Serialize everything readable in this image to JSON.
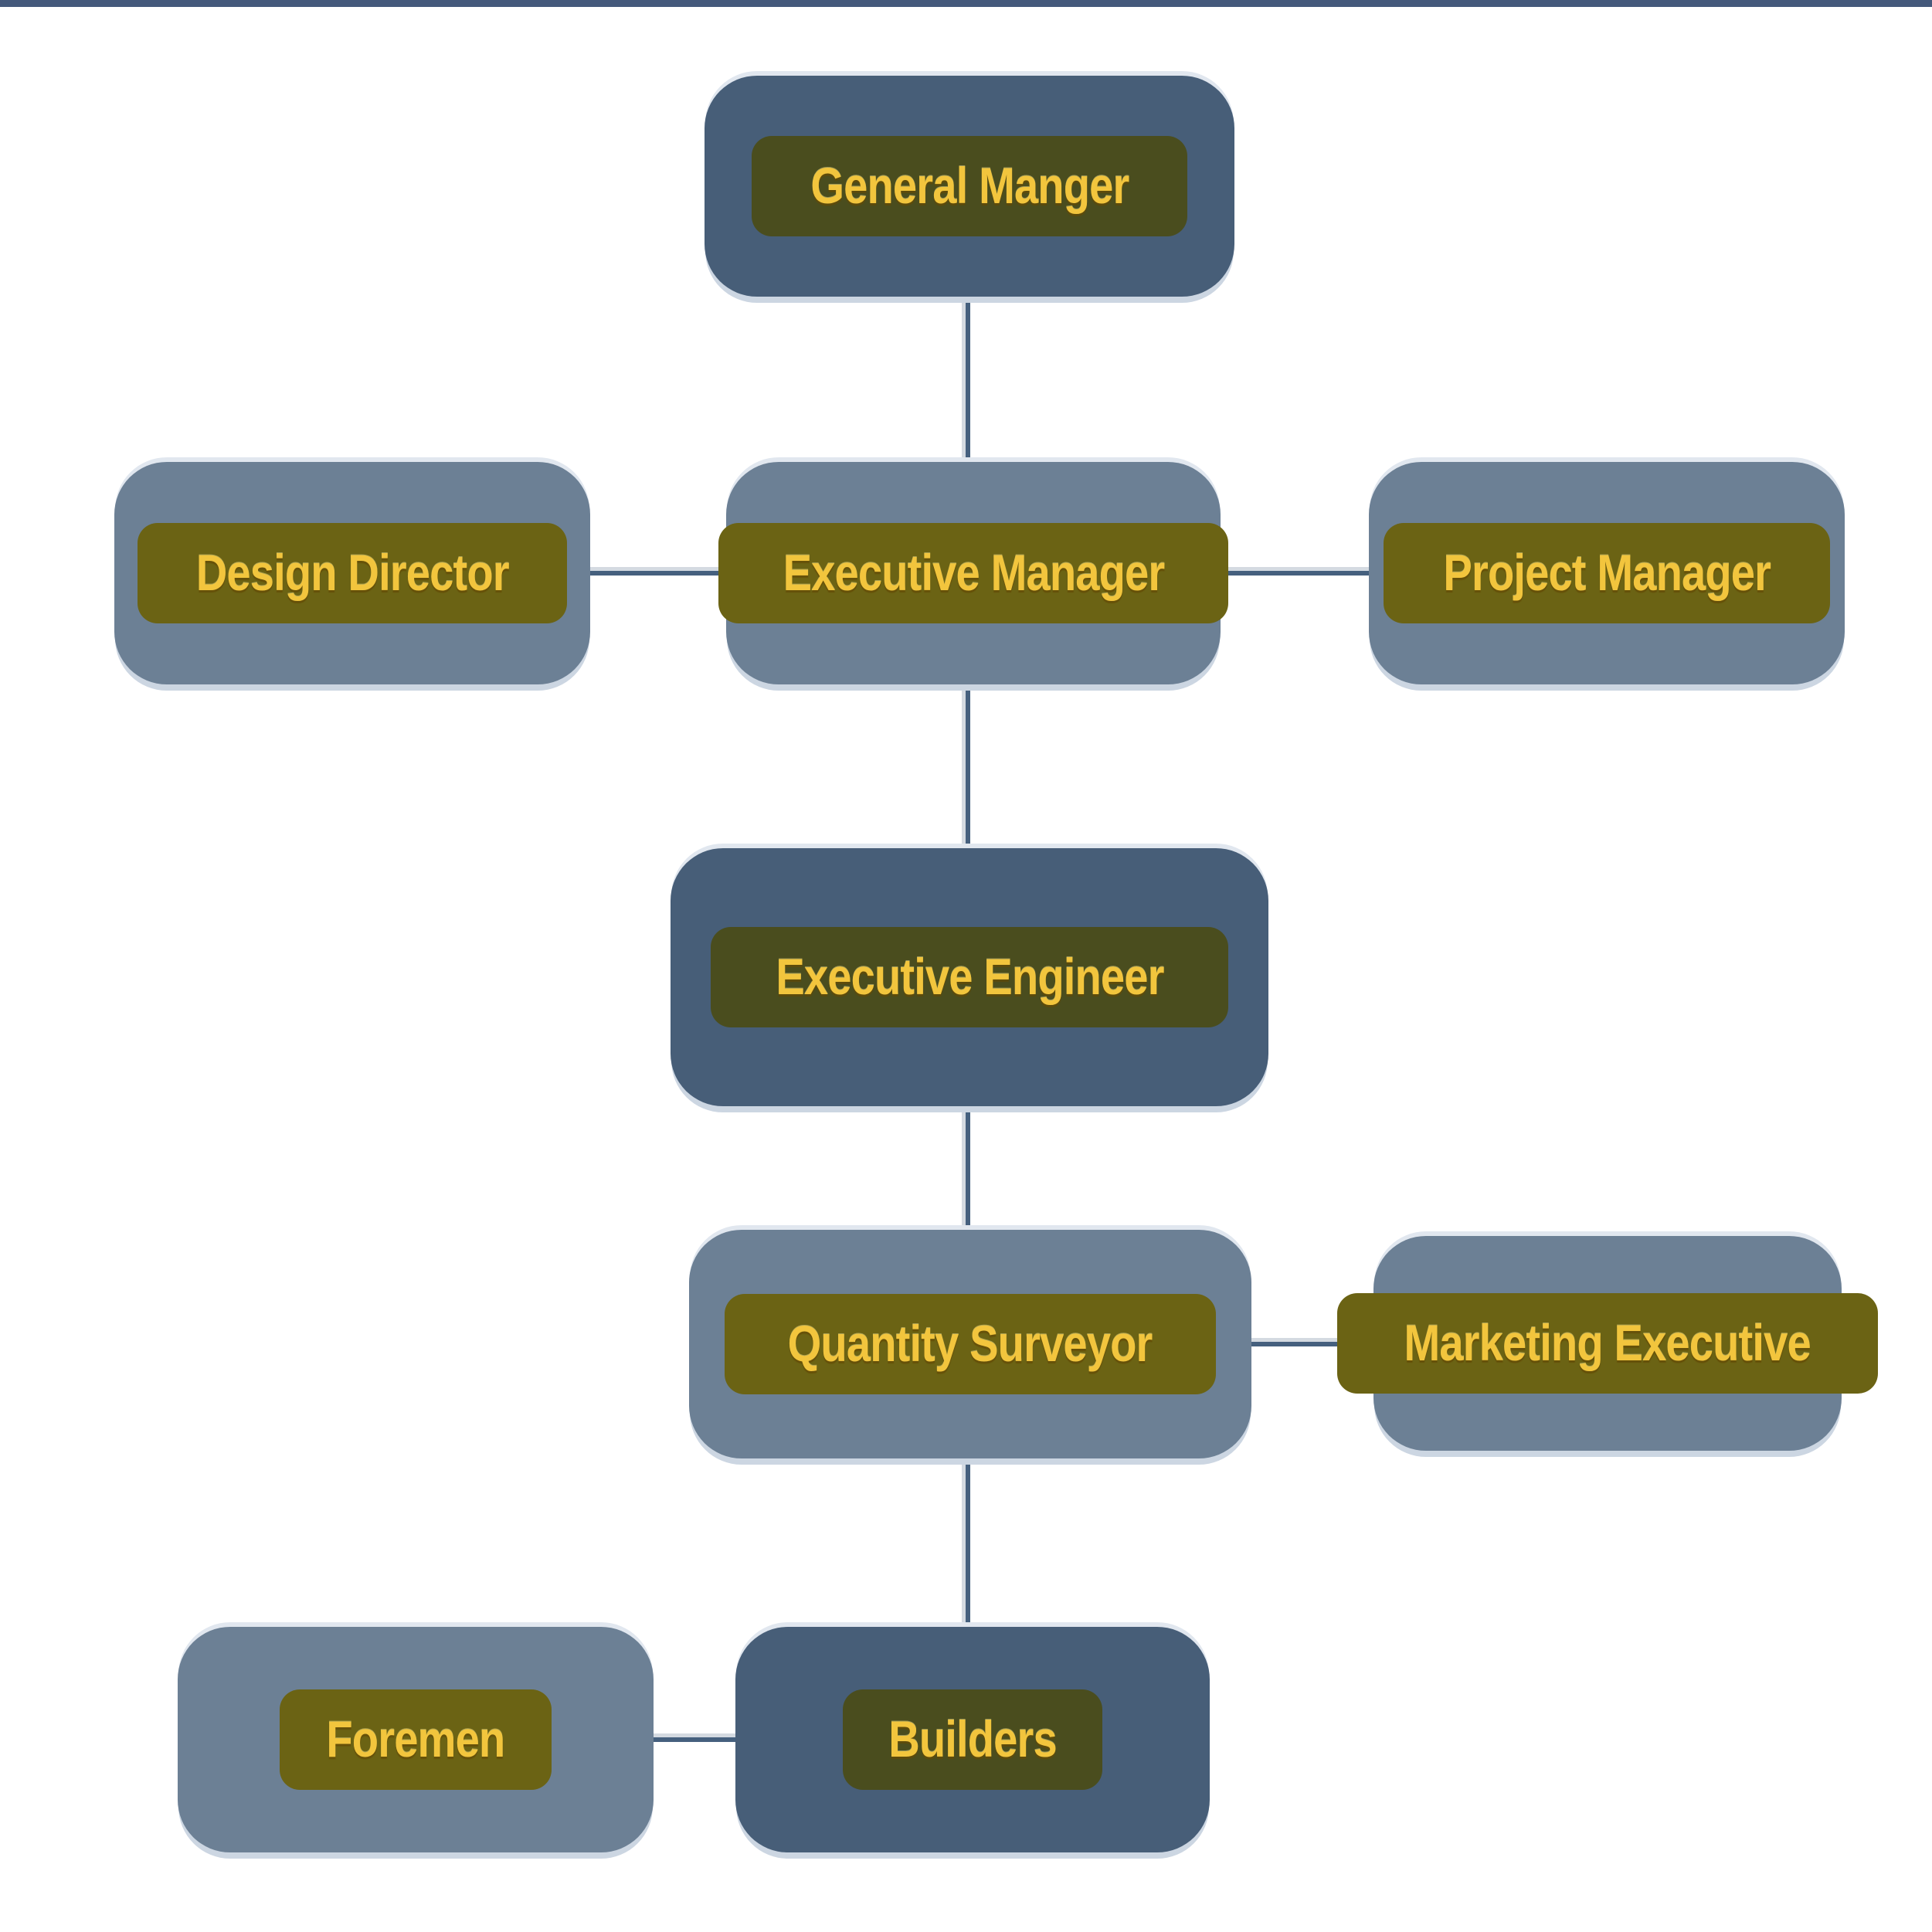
{
  "diagram": {
    "type": "org-chart",
    "colors": {
      "background": "#ffffff",
      "top_bar": "#44597b",
      "dark_node": "#475e78",
      "light_node": "#6c8095",
      "label_bg_dark": "#4a4d1e",
      "label_bg_light": "#6b6314",
      "label_text": "#f2c53d",
      "connector": "#45607e"
    },
    "nodes": [
      {
        "id": "general-manager",
        "label": "General Manger",
        "variant": "dark"
      },
      {
        "id": "design-director",
        "label": "Design Director",
        "variant": "light"
      },
      {
        "id": "executive-manager",
        "label": "Executive Manager",
        "variant": "light"
      },
      {
        "id": "project-manager",
        "label": "Project Manager",
        "variant": "light"
      },
      {
        "id": "executive-engineer",
        "label": "Executive Engineer",
        "variant": "dark"
      },
      {
        "id": "quantity-surveyor",
        "label": "Quantity Surveyor",
        "variant": "light"
      },
      {
        "id": "marketing-executive",
        "label": "Marketing Executive",
        "variant": "light"
      },
      {
        "id": "foremen",
        "label": "Foremen",
        "variant": "light"
      },
      {
        "id": "builders",
        "label": "Builders",
        "variant": "dark"
      }
    ],
    "edges": [
      {
        "from": "general-manager",
        "to": "executive-manager"
      },
      {
        "from": "design-director",
        "to": "executive-manager"
      },
      {
        "from": "executive-manager",
        "to": "project-manager"
      },
      {
        "from": "executive-manager",
        "to": "executive-engineer"
      },
      {
        "from": "executive-engineer",
        "to": "quantity-surveyor"
      },
      {
        "from": "quantity-surveyor",
        "to": "marketing-executive"
      },
      {
        "from": "quantity-surveyor",
        "to": "builders"
      },
      {
        "from": "foremen",
        "to": "builders"
      }
    ]
  }
}
